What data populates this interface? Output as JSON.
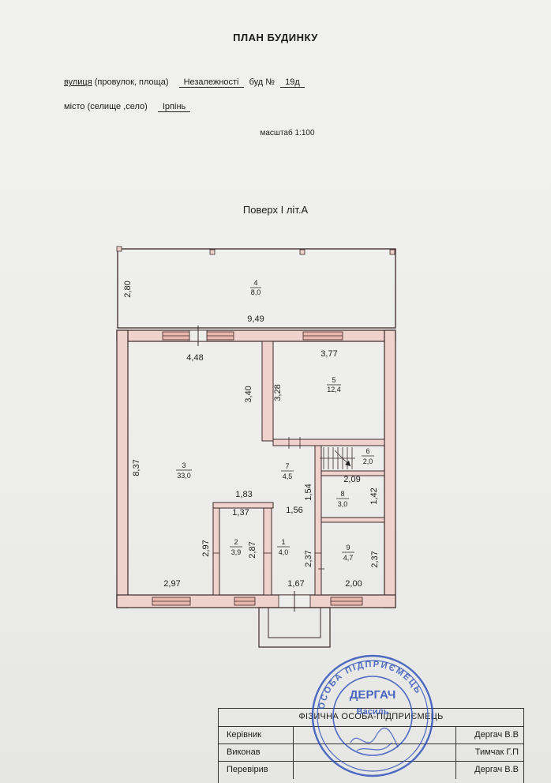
{
  "header": {
    "title": "ПЛАН БУДИНКУ",
    "street_label_prefix": "вулиця",
    "street_label_rest": " (провулок, площа)",
    "street_value": "Незалежності",
    "house_label": "буд №",
    "house_value": "19д",
    "city_label": "місто (селище ,село)",
    "city_value": "Ірпінь",
    "scale": "масштаб 1:100",
    "floor_title": "Поверх І літ.А"
  },
  "plan": {
    "dimensions": {
      "terrace_height": "2,80",
      "terrace_width": "9,49",
      "room3_width_top": "4,48",
      "room3_depth_right": "3,40",
      "room5_width": "3,77",
      "room5_depth": "3,28",
      "room3_height": "8,37",
      "hall_width": "1,83",
      "room2_width": "1,37",
      "room2_depth_left": "2,97",
      "room2_depth_right": "2,87",
      "room3_bottom_width": "2,97",
      "hall_lower_width": "1,56",
      "hall_depth": "1,54",
      "room1_depth": "2,37",
      "room1_width": "1,67",
      "room8_width": "2,09",
      "room8_depth": "1,42",
      "room9_depth": "2,37",
      "room9_width": "2,00"
    },
    "rooms": [
      {
        "num": "4",
        "area": "8,0"
      },
      {
        "num": "5",
        "area": "12,4"
      },
      {
        "num": "3",
        "area": "33,0"
      },
      {
        "num": "6",
        "area": "2,0"
      },
      {
        "num": "7",
        "area": "4,5"
      },
      {
        "num": "8",
        "area": "3,0"
      },
      {
        "num": "2",
        "area": "3,9"
      },
      {
        "num": "1",
        "area": "4,0"
      },
      {
        "num": "9",
        "area": "4,7"
      }
    ]
  },
  "stamp": {
    "ring_text": "ОСОБА ПІДПРИЄМЕЦЬ",
    "center_name": "ДЕРГАЧ",
    "center_sub": "Василь"
  },
  "signature_table": {
    "header": "ФІЗИЧНА ОСОБА-ПІДПРИЄМЕЦЬ",
    "rows": [
      {
        "role": "Керівник",
        "name": "Дергач В.В"
      },
      {
        "role": "Виконав",
        "name": "Тимчак Г.П"
      },
      {
        "role": "Перевірив",
        "name": "Дергач В.В"
      }
    ]
  },
  "colors": {
    "wall_fill": "#f0d2cc",
    "wall_stroke": "#3a2a28",
    "window_fill": "#e9b7ae",
    "stamp_blue": "#2b4fb8"
  }
}
